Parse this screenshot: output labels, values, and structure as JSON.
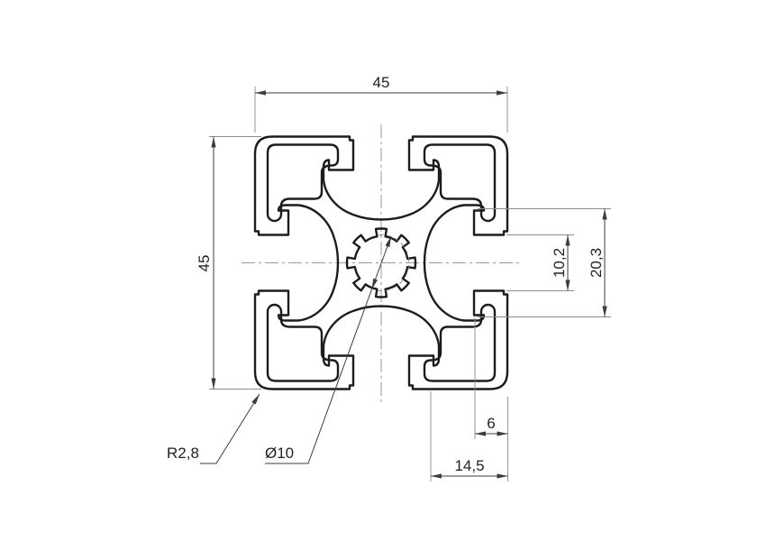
{
  "drawing": {
    "type": "technical-drawing",
    "subject": "aluminium-t-slot-profile-cross-section",
    "dimensions": {
      "overall_width": "45",
      "overall_height": "45",
      "slot_opening": "10,2",
      "slot_inner_width": "20,3",
      "edge_to_slot_lip": "6",
      "edge_to_slot_undercut": "14,5"
    },
    "labels": {
      "corner_radius": "R2,8",
      "bore_diameter": "Ø10"
    },
    "colors": {
      "background": "#ffffff",
      "outline": "#1c1c1c",
      "dimension_line": "#3c3c3c",
      "extension_line": "#8c8c8c",
      "centerline": "#9a9a9a",
      "text": "#222222"
    }
  }
}
